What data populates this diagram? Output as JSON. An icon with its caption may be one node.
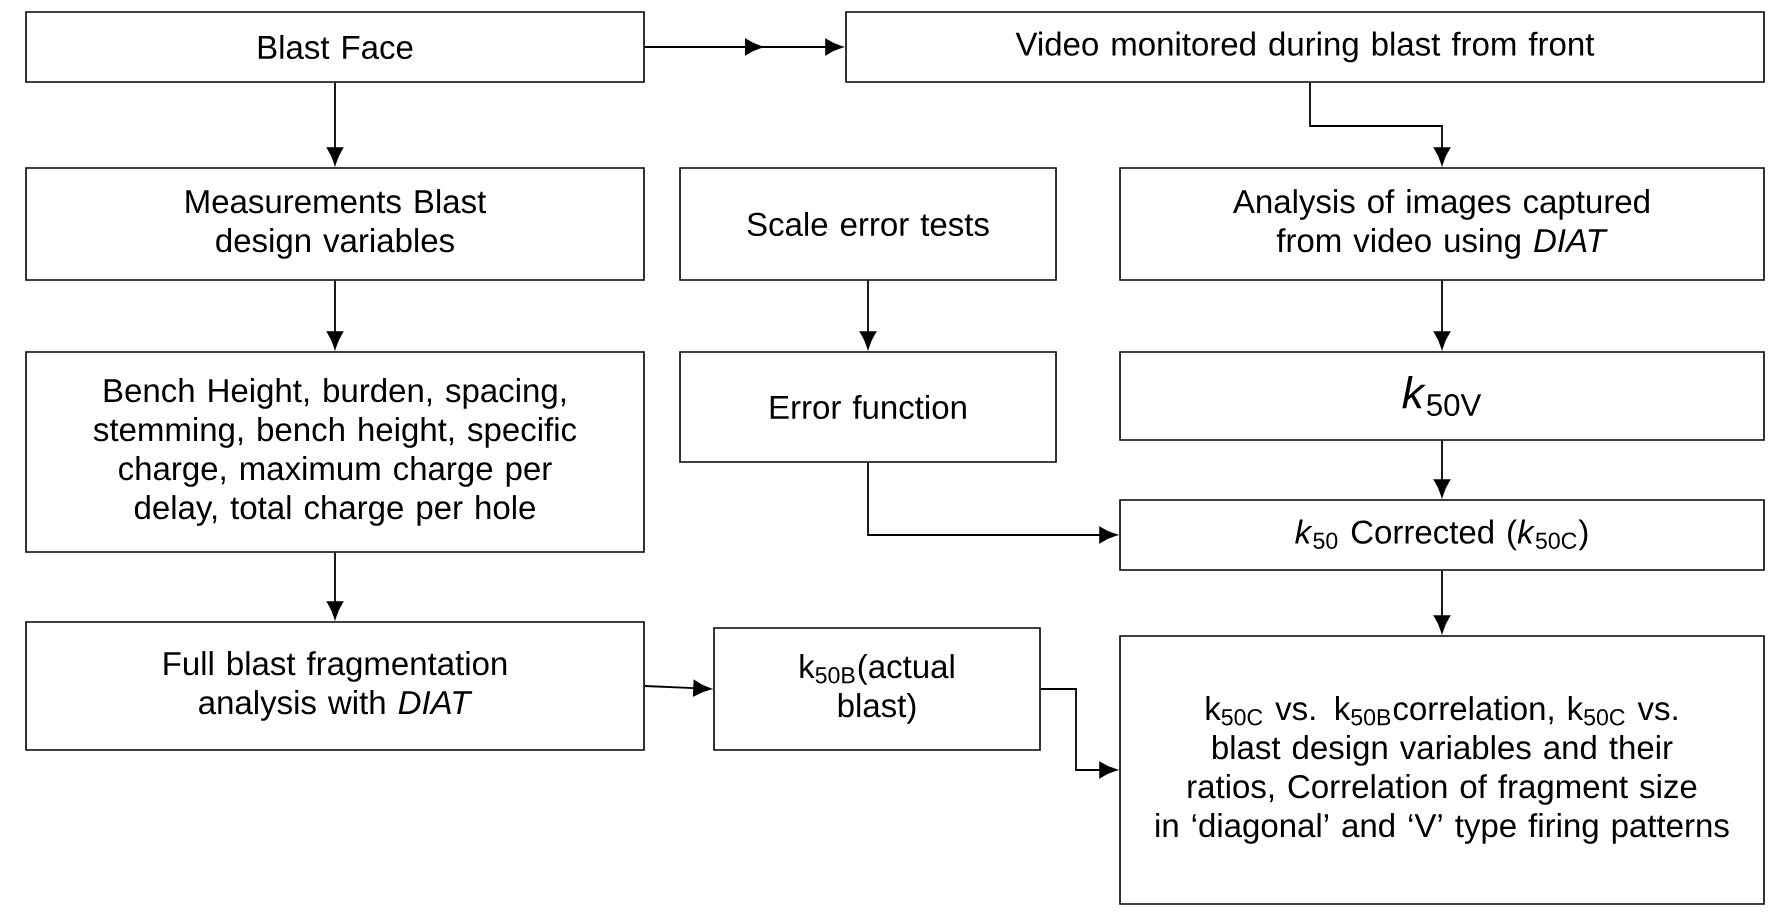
{
  "diagram": {
    "nodes": [
      {
        "text": [
          "Blast Face"
        ]
      },
      {
        "text": [
          "Video monitored during blast from front"
        ]
      },
      {
        "text": [
          "Measurements Blast design variables"
        ]
      },
      {
        "text": [
          "Scale error tests"
        ]
      },
      {
        "text": [
          "Analysis of images captured from video using *DIAT*"
        ]
      },
      {
        "text": [
          "Bench Height, burden, spacing, stemming, bench height, specific charge, maximum charge per delay, total charge per hole"
        ]
      },
      {
        "text": [
          "Error function"
        ]
      },
      {
        "text": [
          "*k*$_{50V}$"
        ]
      },
      {
        "text": [
          "*k*$_{50}$ Corrected (*k*$_{50C}$)"
        ]
      },
      {
        "text": [
          "Full blast fragmentation analysis with *DIAT*"
        ]
      },
      {
        "text": [
          "k$_{50B}$(actual blast)"
        ]
      },
      {
        "text": [
          "k$_{50C}$ vs. k$_{50B}$correlation, k$_{50C}$ vs. blast design variables and their ratios, Correlation of fragment size in ‘diagonal’ and ‘V’ type firing patterns"
        ]
      }
    ],
    "edges": [
      {
        "from": 0,
        "to": 1,
        "arrow": "to"
      },
      {
        "from": 0,
        "to": 2,
        "arrow": "to"
      },
      {
        "from": 1,
        "to": 4,
        "arrow": "to"
      },
      {
        "from": 2,
        "to": 5,
        "arrow": "to"
      },
      {
        "from": 3,
        "to": 6,
        "arrow": "to"
      },
      {
        "from": 4,
        "to": 7,
        "arrow": "to"
      },
      {
        "from": 5,
        "to": 9,
        "arrow": "to"
      },
      {
        "from": 6,
        "to": 8,
        "arrow": "to"
      },
      {
        "from": 7,
        "to": 8,
        "arrow": "to"
      },
      {
        "from": 8,
        "to": 11,
        "arrow": "to"
      },
      {
        "from": 9,
        "to": 10,
        "arrow": "to"
      },
      {
        "from": 10,
        "to": 11,
        "arrow": "to"
      }
    ]
  }
}
